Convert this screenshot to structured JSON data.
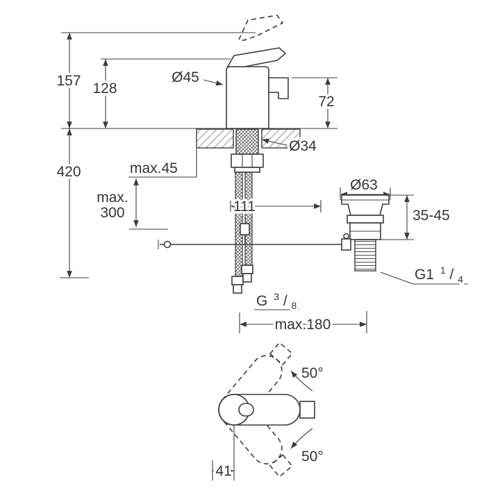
{
  "page": {
    "background": "#ffffff",
    "line_color": "#3c3c3c"
  },
  "labels": {
    "dim_157": "157",
    "dim_128": "128",
    "dia_45": "Ø45",
    "dim_72": "72",
    "dim_420": "420",
    "max_45": "max.45",
    "dia_34": "Ø34",
    "max_300_line1": "max.",
    "max_300_line2": "300",
    "dim_111": "111",
    "dia_63": "Ø63",
    "dim_35_45": "35-45",
    "thread_g114_prefix": "G1",
    "thread_g114_numerator": "1",
    "thread_g114_slash": "/",
    "thread_g114_denominator": "4",
    "thread_g38_prefix": "G",
    "thread_g38_numerator": "3",
    "thread_g38_slash": "/",
    "thread_g38_denominator": "8",
    "max_180": "max.180",
    "angle_upper": "50°",
    "angle_lower": "50°",
    "dim_41": "41"
  }
}
